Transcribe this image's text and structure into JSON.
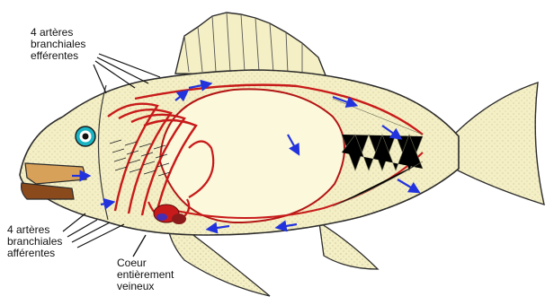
{
  "labels": {
    "efferent": "4 artères\nbranchiales\nefférentes",
    "afferent": "4 artères\nbranchiales\nafférentes",
    "heart": "Coeur\nentièrement\nveineux"
  },
  "colors": {
    "body_fill": "#f4efc4",
    "outline": "#2b2b2b",
    "artery": "#c81a1a",
    "arrow": "#2233dd",
    "mouth": "#d8a15a",
    "eye": "#19b5c4"
  }
}
